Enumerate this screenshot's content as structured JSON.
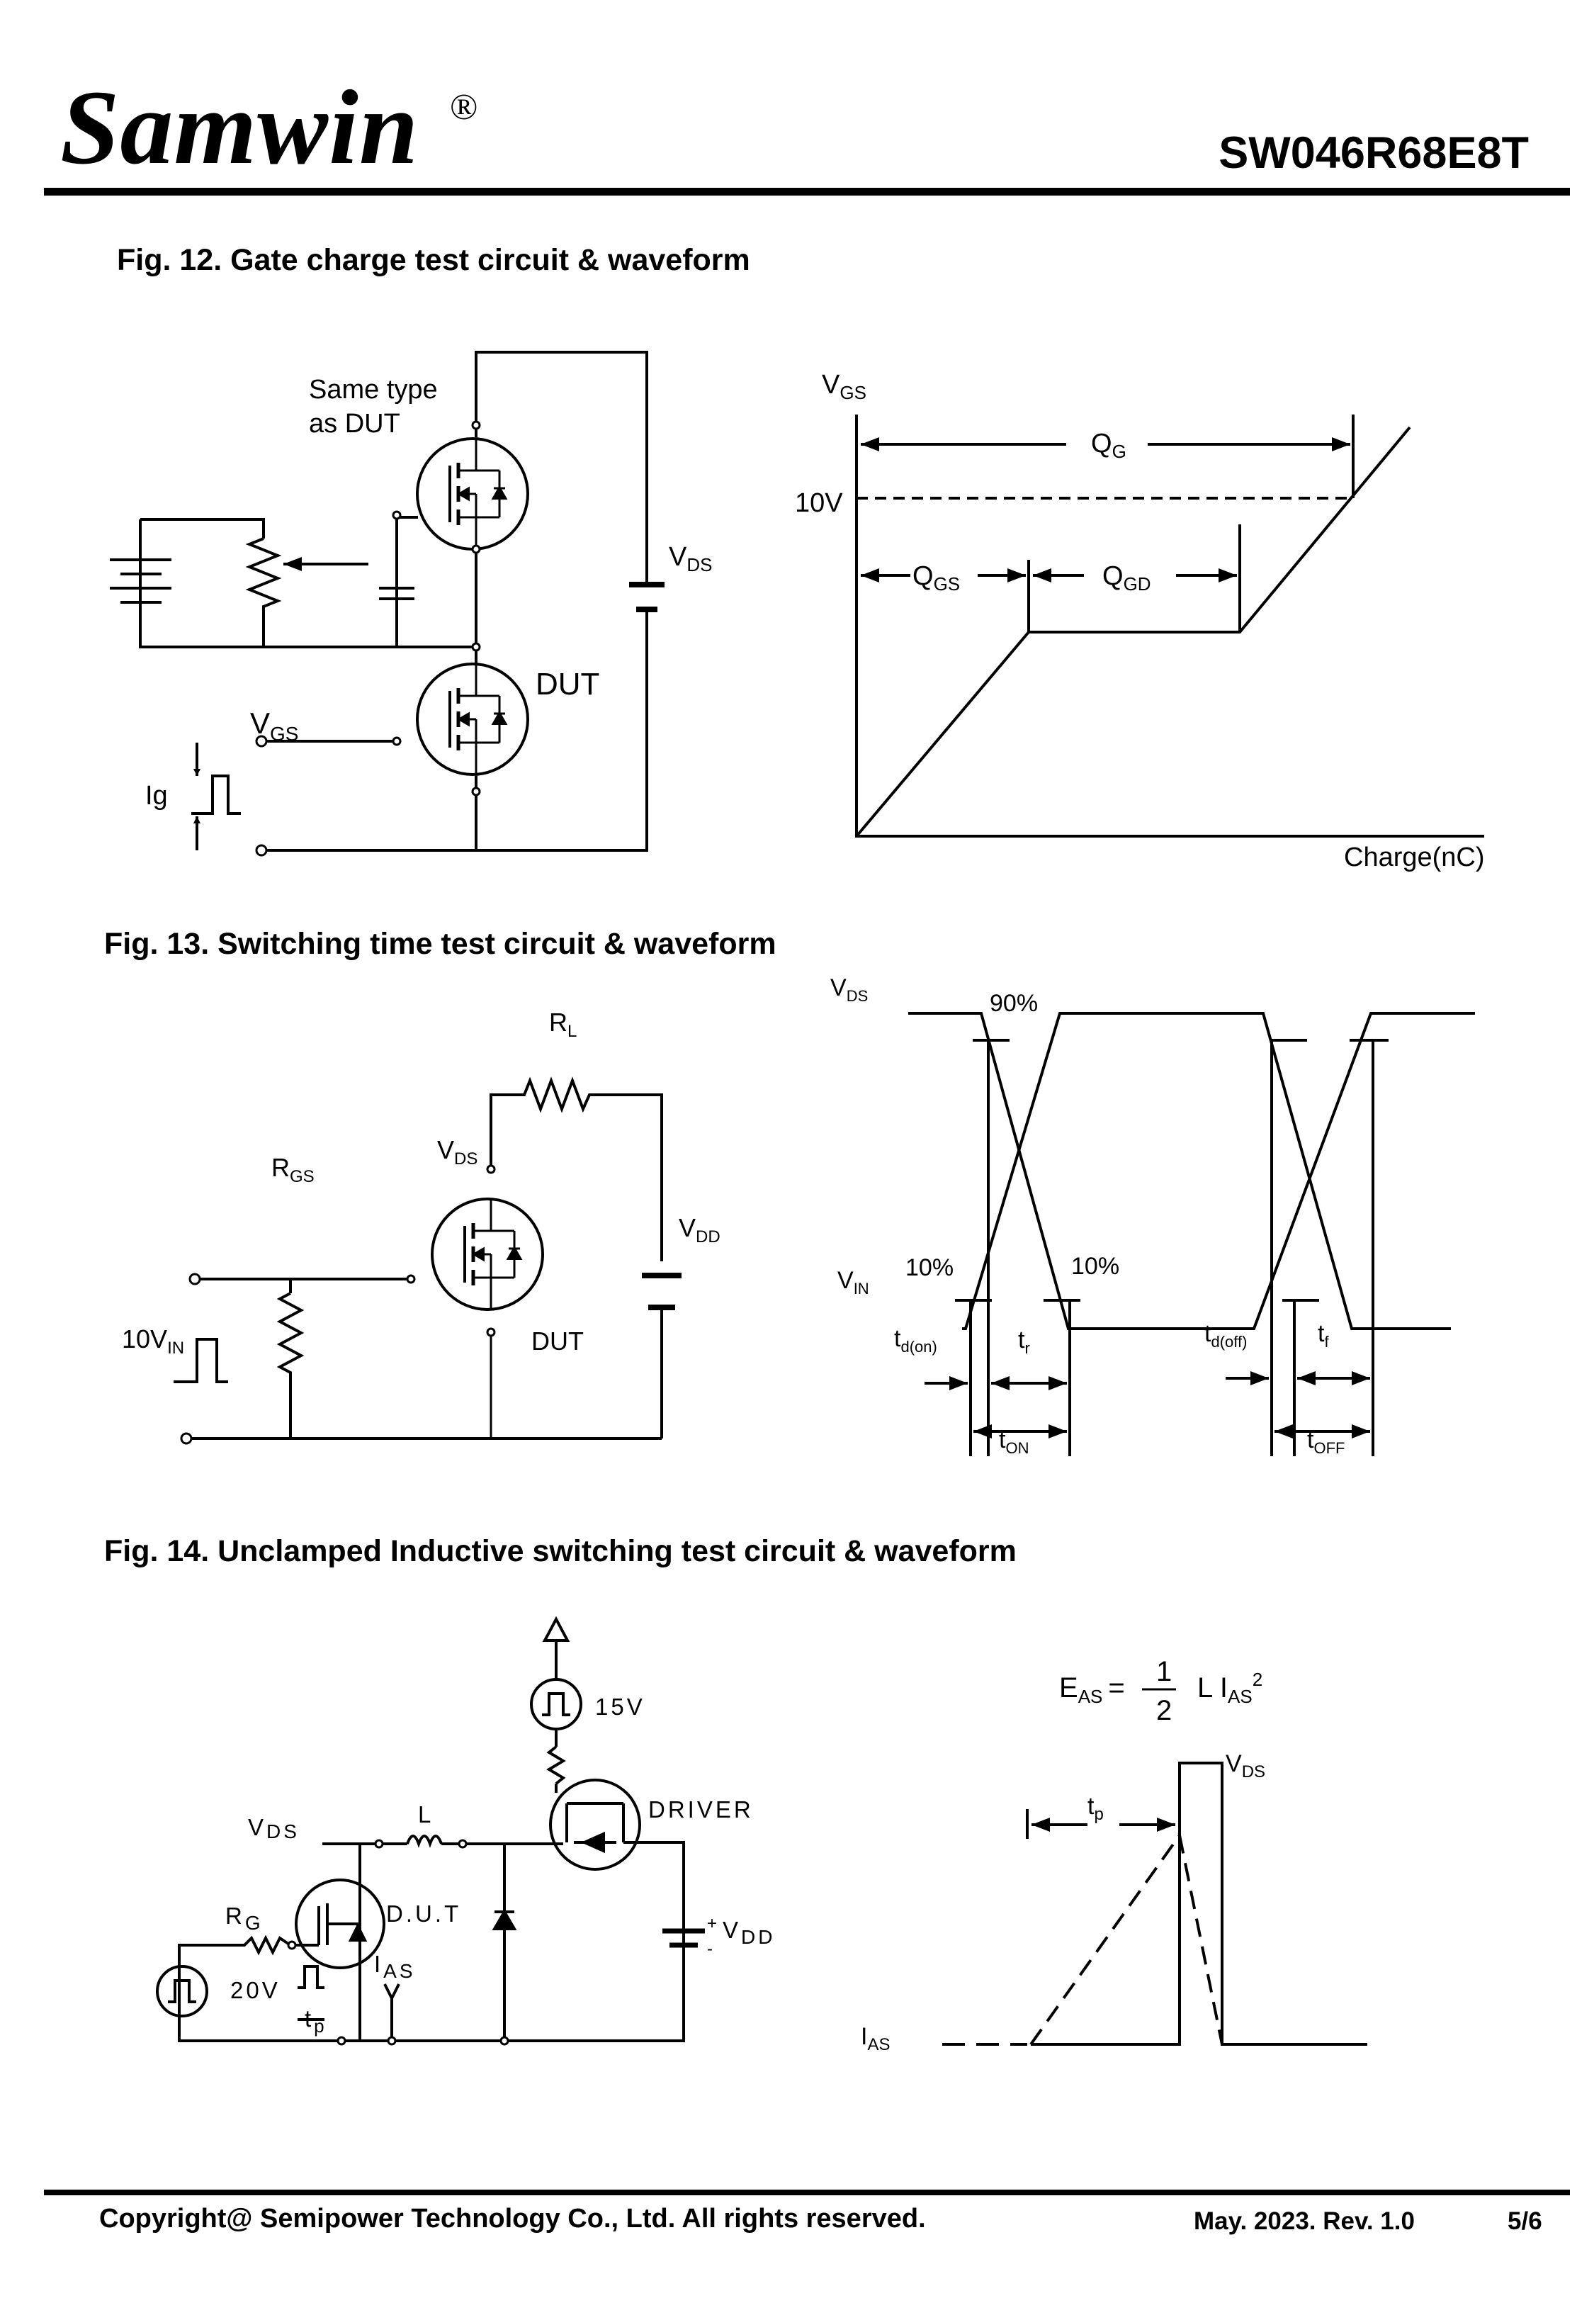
{
  "header": {
    "brand": "Samwin",
    "registered": "®",
    "part_number": "SW046R68E8T"
  },
  "fig12": {
    "title": "Fig. 12. Gate charge test circuit & waveform",
    "same_type": [
      "Same type",
      "as DUT"
    ],
    "vds": "V",
    "vds_sub": "DS",
    "dut": "DUT",
    "vgs": "V",
    "vgs_sub": "GS",
    "ig": "Ig",
    "wave_vgs": "V",
    "wave_vgs_sub": "GS",
    "ten_v": "10V",
    "qg": "Q",
    "qg_sub": "G",
    "qgs": "Q",
    "qgs_sub": "GS",
    "qgd": "Q",
    "qgd_sub": "GD",
    "xaxis": "Charge(nC)"
  },
  "fig13": {
    "title": "Fig. 13. Switching time test circuit & waveform",
    "rl": "R",
    "rl_sub": "L",
    "vds": "V",
    "vds_sub": "DS",
    "rgs": "R",
    "rgs_sub": "GS",
    "vdd": "V",
    "vdd_sub": "DD",
    "dut": "DUT",
    "vin_src": "10V",
    "vin_src_sub": "IN",
    "wave_vds": "V",
    "wave_vds_sub": "DS",
    "p90": "90%",
    "p10a": "10%",
    "p10b": "10%",
    "vin": "V",
    "vin_sub": "IN",
    "tdon": "t",
    "tdon_sub": "d(on)",
    "tr": "t",
    "tr_sub": "r",
    "tdoff": "t",
    "tdoff_sub": "d(off)",
    "tf": "t",
    "tf_sub": "f",
    "ton": "t",
    "ton_sub": "ON",
    "toff": "t",
    "toff_sub": "OFF"
  },
  "fig14": {
    "title": "Fig. 14. Unclamped Inductive switching test circuit & waveform",
    "v15": "15V",
    "driver": "DRIVER",
    "vds": "V",
    "vds_sub": "DS",
    "l": "L",
    "dut": "D.U.T",
    "rg": "R",
    "rg_sub": "G",
    "ias": "I",
    "ias_sub": "AS",
    "v20": "20V",
    "tp": "t",
    "tp_sub": "p",
    "vdd": "V",
    "vdd_sub": "DD",
    "plus": "+",
    "minus": "-",
    "eq_e": "E",
    "eq_e_sub": "AS",
    "eq_eq": "=",
    "eq_num": "1",
    "eq_den": "2",
    "eq_l": "L I",
    "eq_i_sub": "AS",
    "eq_sq": "2",
    "wave_vds": "V",
    "wave_vds_sub": "DS",
    "wave_tp": "t",
    "wave_tp_sub": "p",
    "wave_ias": "I",
    "wave_ias_sub": "AS"
  },
  "footer": {
    "copyright": "Copyright@ Semipower Technology Co., Ltd. All rights reserved.",
    "date": "May. 2023. Rev. 1.0",
    "page": "5/6"
  },
  "colors": {
    "ink": "#000000",
    "watermark": "#ececec"
  }
}
